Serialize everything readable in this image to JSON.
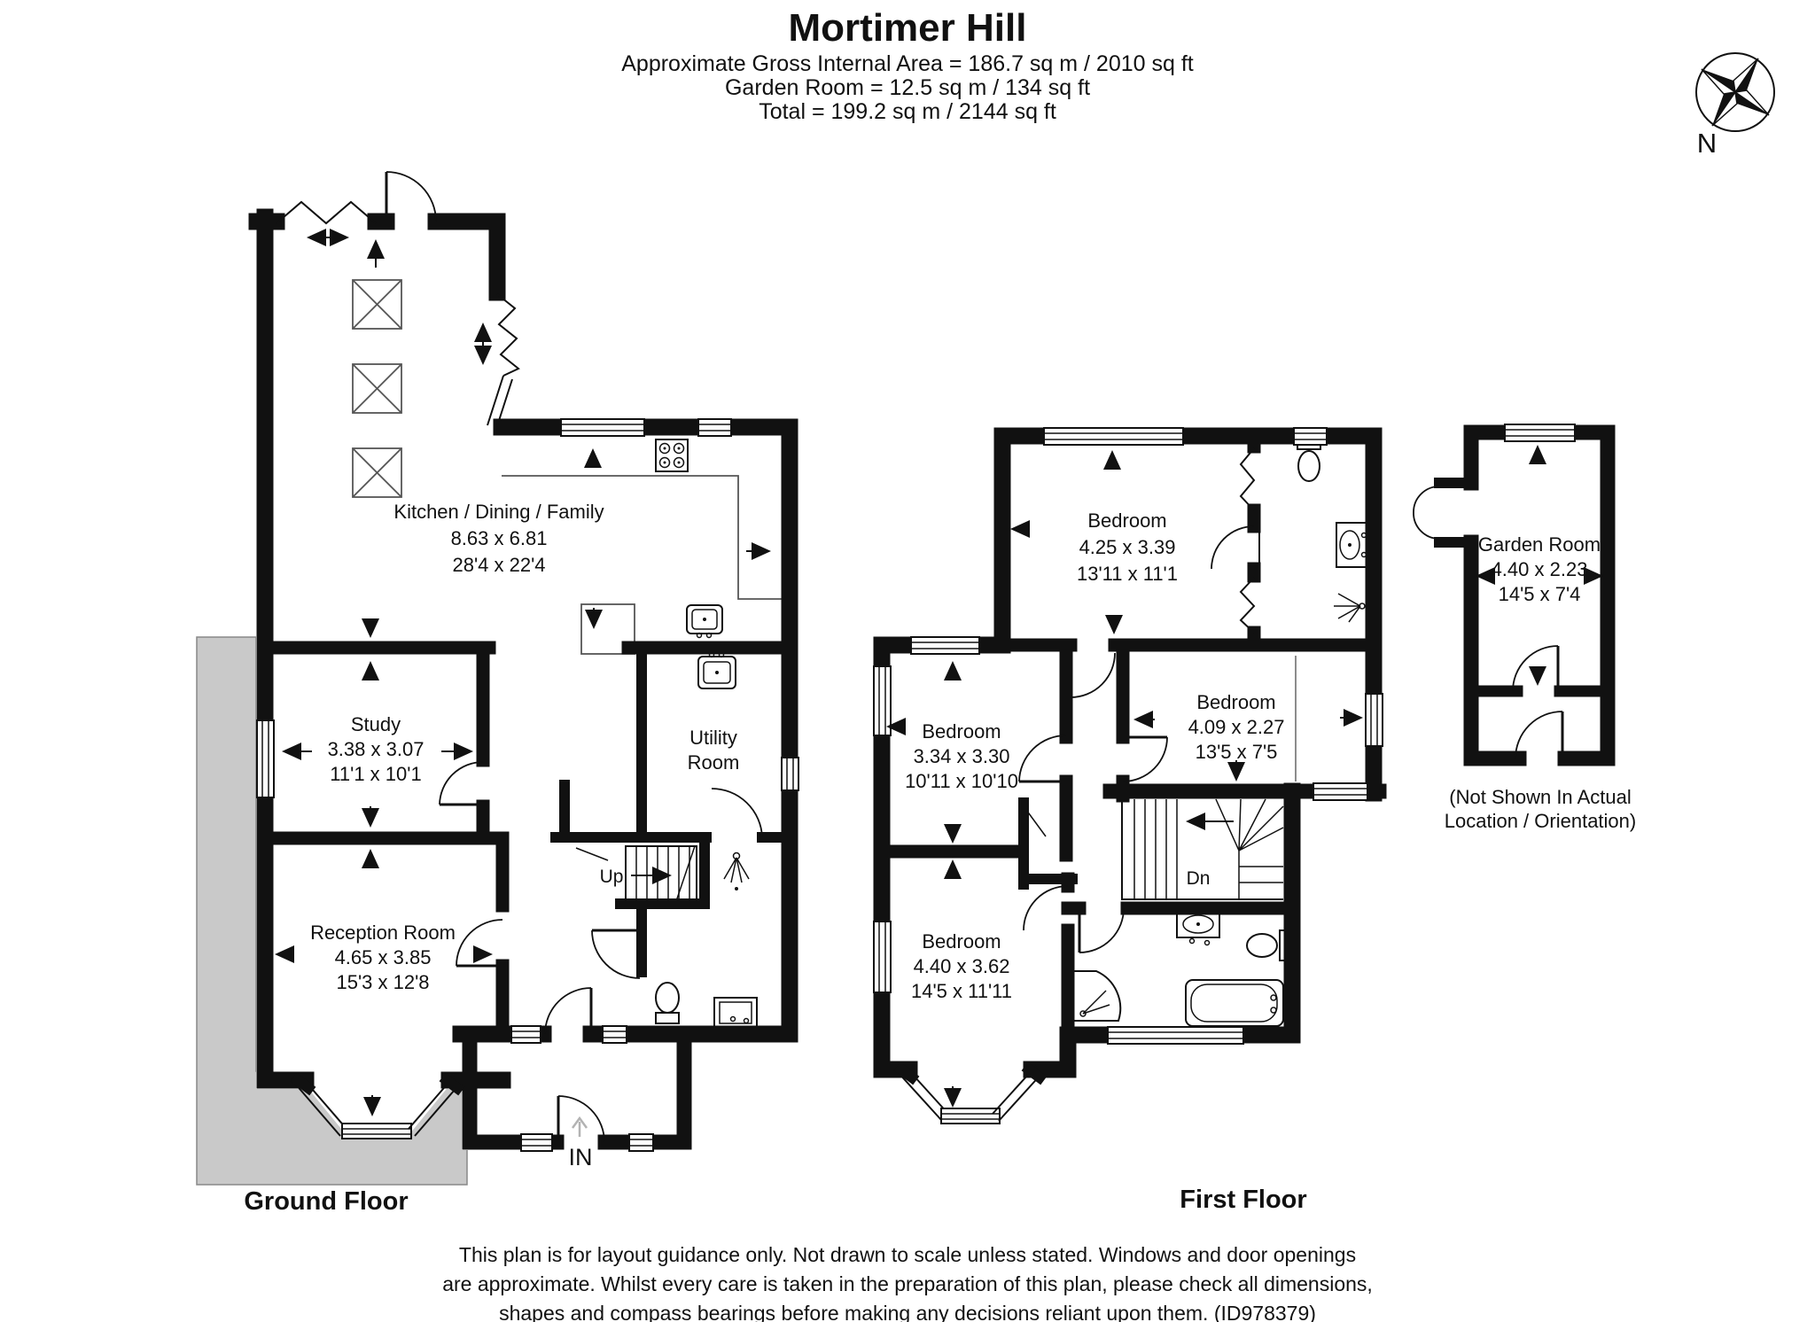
{
  "header": {
    "title": "Mortimer Hill",
    "line1": "Approximate Gross Internal Area = 186.7 sq m / 2010 sq ft",
    "line2": "Garden Room = 12.5 sq m / 134 sq ft",
    "line3": "Total = 199.2 sq m / 2144 sq ft"
  },
  "compass": {
    "label": "N"
  },
  "ground_floor": {
    "label": "Ground Floor",
    "rooms": {
      "kitchen": {
        "name": "Kitchen / Dining / Family",
        "metric": "8.63 x 6.81",
        "imperial": "28'4 x 22'4"
      },
      "study": {
        "name": "Study",
        "metric": "3.38 x 3.07",
        "imperial": "11'1 x 10'1"
      },
      "utility": {
        "name_line1": "Utility",
        "name_line2": "Room"
      },
      "reception": {
        "name": "Reception Room",
        "metric": "4.65 x 3.85",
        "imperial": "15'3 x 12'8"
      }
    },
    "stairs_label": "Up",
    "entrance_label": "IN"
  },
  "first_floor": {
    "label": "First Floor",
    "rooms": {
      "bedroom1": {
        "name": "Bedroom",
        "metric": "4.25 x 3.39",
        "imperial": "13'11 x 11'1"
      },
      "bedroom2": {
        "name": "Bedroom",
        "metric": "3.34 x 3.30",
        "imperial": "10'11 x 10'10"
      },
      "bedroom3": {
        "name": "Bedroom",
        "metric": "4.09 x 2.27",
        "imperial": "13'5 x 7'5"
      },
      "bedroom4": {
        "name": "Bedroom",
        "metric": "4.40 x 3.62",
        "imperial": "14'5 x 11'11"
      }
    },
    "stairs_label": "Dn"
  },
  "garden_room": {
    "name": "Garden Room",
    "metric": "4.40 x 2.23",
    "imperial": "14'5 x 7'4",
    "note_line1": "(Not Shown In Actual",
    "note_line2": "Location / Orientation)"
  },
  "footer": {
    "line1": "This plan is for layout guidance only. Not drawn to scale unless stated. Windows and door openings",
    "line2": "are approximate. Whilst every care is taken in the preparation of this plan, please check all dimensions,",
    "line3": "shapes and compass bearings before making any decisions reliant upon them. (ID978379)"
  },
  "colors": {
    "wall": "#111111",
    "terrace": "#c9c9c9",
    "background": "#ffffff"
  }
}
